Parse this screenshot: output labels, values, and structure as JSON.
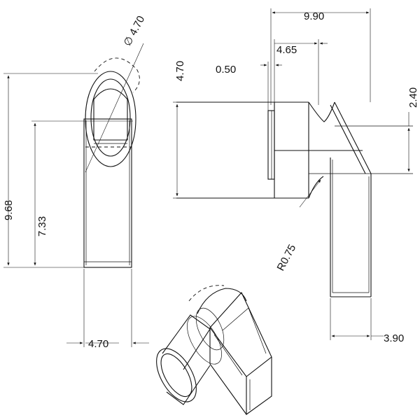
{
  "dimensions": {
    "dia_top": "∅ 4.70",
    "overall_height": "9.68",
    "axis_height": "7.33",
    "bottom_width": "4.70",
    "top_length": "9.90",
    "inner_length": "4.65",
    "flange_thickness": "0.50",
    "side_height": "4.70",
    "slot_height": "2.40",
    "fillet_radius": "R0.75",
    "leg_width": "3.90"
  }
}
